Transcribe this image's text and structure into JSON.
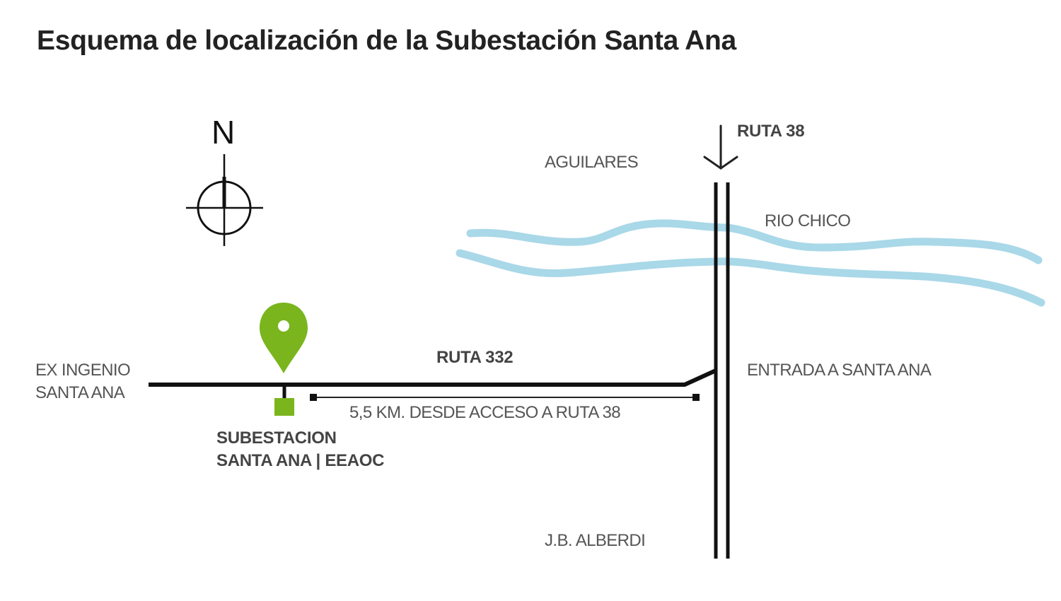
{
  "title": "Esquema de localización de la Subestación Santa Ana",
  "compass": {
    "label": "N",
    "icon": "north-arrow-compass-icon"
  },
  "labels": {
    "ruta38": "RUTA 38",
    "aguilares": "AGUILARES",
    "rio_chico": "RIO CHICO",
    "ruta332": "RUTA 332",
    "ex_ingenio_line1": "EX INGENIO",
    "ex_ingenio_line2": "SANTA ANA",
    "entrada": "ENTRADA A SANTA ANA",
    "distance": "5,5 KM. DESDE ACCESO A RUTA 38",
    "substation_line1": "SUBESTACION",
    "substation_line2": "SANTA ANA | EEAOC",
    "alberdi": "J.B. ALBERDI"
  },
  "markers": {
    "pin": {
      "icon": "location-pin-icon",
      "color": "#7ab51d"
    },
    "substation": {
      "icon": "substation-square-icon",
      "color": "#7ab51d"
    }
  },
  "colors": {
    "road": "#111111",
    "river": "#a9d8e8",
    "accent": "#7ab51d"
  }
}
